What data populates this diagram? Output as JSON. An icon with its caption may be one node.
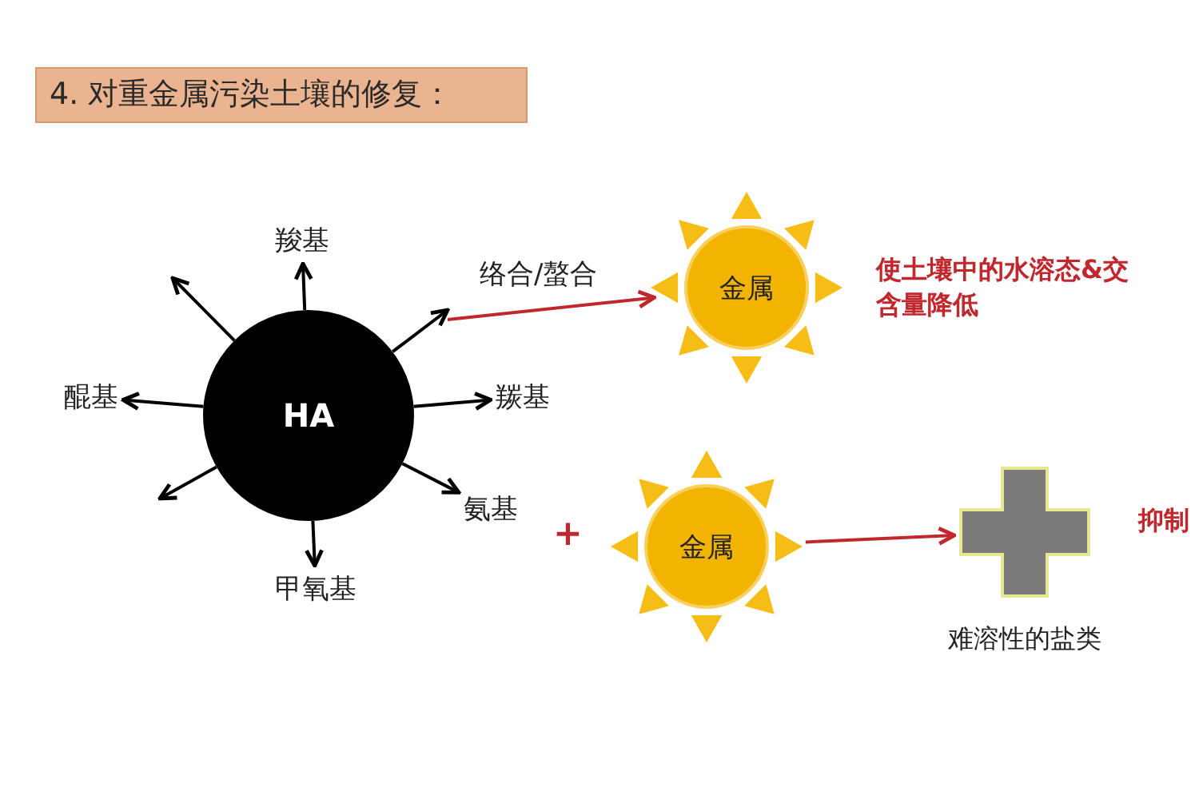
{
  "diagram": {
    "title": "4. 对重金属污染土壤的修复：",
    "nodes": [
      {
        "text": [
          "HA"
        ]
      },
      {
        "text": [
          "羧基"
        ]
      },
      {
        "text": [
          "醌基"
        ]
      },
      {
        "text": [
          "羰基"
        ]
      },
      {
        "text": [
          "氨基"
        ]
      },
      {
        "text": [
          "甲氧基"
        ]
      },
      {
        "text": [
          "金属"
        ]
      },
      {
        "text": [
          "金属"
        ]
      },
      {
        "text": [
          "难溶性的盐类"
        ]
      }
    ],
    "edges": [
      {
        "from": 0,
        "to": 1,
        "arrow": "to"
      },
      {
        "from": 0,
        "to": null,
        "arrow": "to"
      },
      {
        "from": 0,
        "to": null,
        "arrow": "to"
      },
      {
        "from": 0,
        "to": 2,
        "arrow": "to"
      },
      {
        "from": 0,
        "to": 3,
        "arrow": "to"
      },
      {
        "from": 0,
        "to": null,
        "arrow": "to"
      },
      {
        "from": 0,
        "to": 4,
        "arrow": "to"
      },
      {
        "from": 0,
        "to": 5,
        "arrow": "to"
      },
      {
        "from": null,
        "to": 6,
        "arrow": "to",
        "label": "络合/螯合",
        "color": "#c0282d"
      },
      {
        "from": 7,
        "to": 8,
        "arrow": "to",
        "color": "#c0282d"
      }
    ],
    "labels": [
      "使土壤中的水溶态&交含量降低",
      "+",
      "抑制"
    ]
  }
}
